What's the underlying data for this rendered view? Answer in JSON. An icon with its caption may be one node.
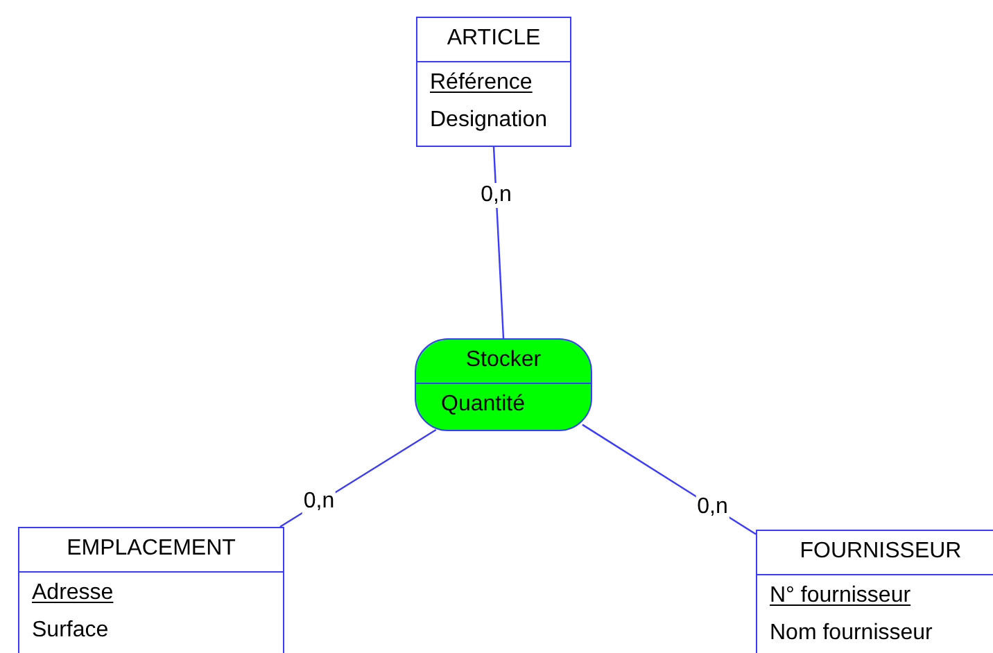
{
  "diagram": {
    "nodes": [
      {
        "text": [
          "ARTICLE",
          "Référence",
          "Designation"
        ]
      },
      {
        "text": [
          "Stocker",
          "Quantité"
        ]
      },
      {
        "text": [
          "EMPLACEMENT",
          "Adresse",
          "Surface"
        ]
      },
      {
        "text": [
          "FOURNISSEUR",
          "N° fournisseur",
          "Nom fournisseur"
        ]
      }
    ],
    "edges": [
      {
        "from": 0,
        "to": 1,
        "arrow": "none",
        "label": "0,n"
      },
      {
        "from": 2,
        "to": 1,
        "arrow": "none",
        "label": "0,n"
      },
      {
        "from": 3,
        "to": 1,
        "arrow": "none",
        "label": "0,n"
      }
    ]
  }
}
